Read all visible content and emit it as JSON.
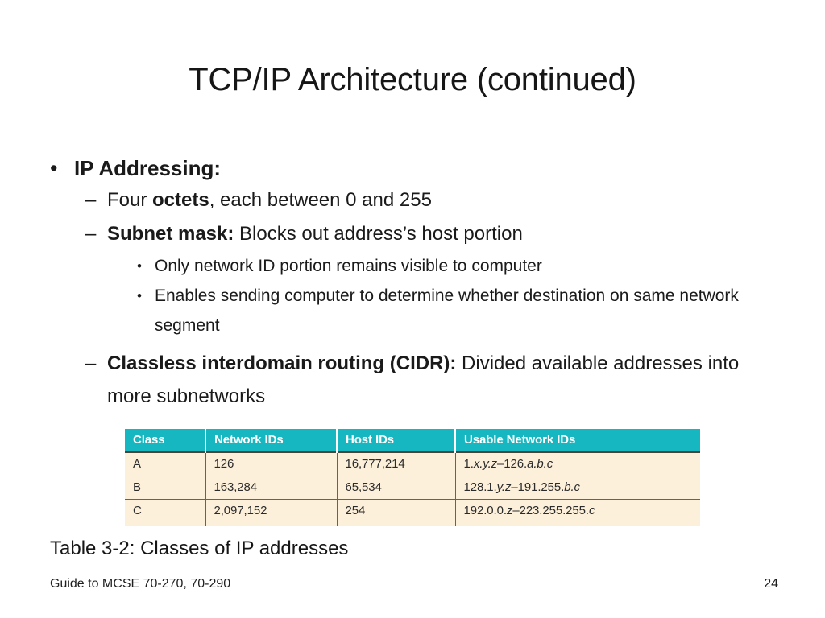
{
  "slide": {
    "title": "TCP/IP Architecture (continued)",
    "background_color": "#ffffff",
    "text_color": "#1a1a1a"
  },
  "bullets": {
    "level1": {
      "marker": "•",
      "text": "IP Addressing:"
    },
    "items": [
      {
        "marker": "–",
        "lead": "Four ",
        "bold": "octets",
        "tail": ", each between 0 and 255"
      },
      {
        "marker": "–",
        "bold": "Subnet mask:",
        "tail": " Blocks out address’s host portion"
      },
      {
        "marker": "–",
        "bold": "Classless interdomain routing (CIDR):",
        "tail": " Divided available addresses into more subnetworks"
      }
    ],
    "sub_items": [
      {
        "marker": "•",
        "text": "Only network ID portion remains visible to computer"
      },
      {
        "marker": "•",
        "text": "Enables sending computer to determine whether destination on same network segment"
      }
    ]
  },
  "table": {
    "header_color": "#16b7c0",
    "row_color": "#fdf0da",
    "border_color": "#6d6152",
    "columns": [
      "Class",
      "Network IDs",
      "Host IDs",
      "Usable Network IDs"
    ],
    "rows": [
      {
        "class": "A",
        "network_ids": "126",
        "host_ids": "16,777,214",
        "usable_prefix": "1.",
        "usable_italic1": "x.y.z",
        "usable_mid": "–126.",
        "usable_italic2": "a.b.c",
        "usable_suffix": ""
      },
      {
        "class": "B",
        "network_ids": "163,284",
        "host_ids": "65,534",
        "usable_prefix": "128.1.",
        "usable_italic1": "y.z",
        "usable_mid": "–191.255.",
        "usable_italic2": "b.c",
        "usable_suffix": ""
      },
      {
        "class": "C",
        "network_ids": "2,097,152",
        "host_ids": "254",
        "usable_prefix": "192.0.0.",
        "usable_italic1": "z",
        "usable_mid": "–223.255.255.",
        "usable_italic2": "c",
        "usable_suffix": ""
      }
    ]
  },
  "caption": "Table 3-2: Classes of IP addresses",
  "footer": {
    "left": "Guide to MCSE 70-270, 70-290",
    "page": "24"
  }
}
